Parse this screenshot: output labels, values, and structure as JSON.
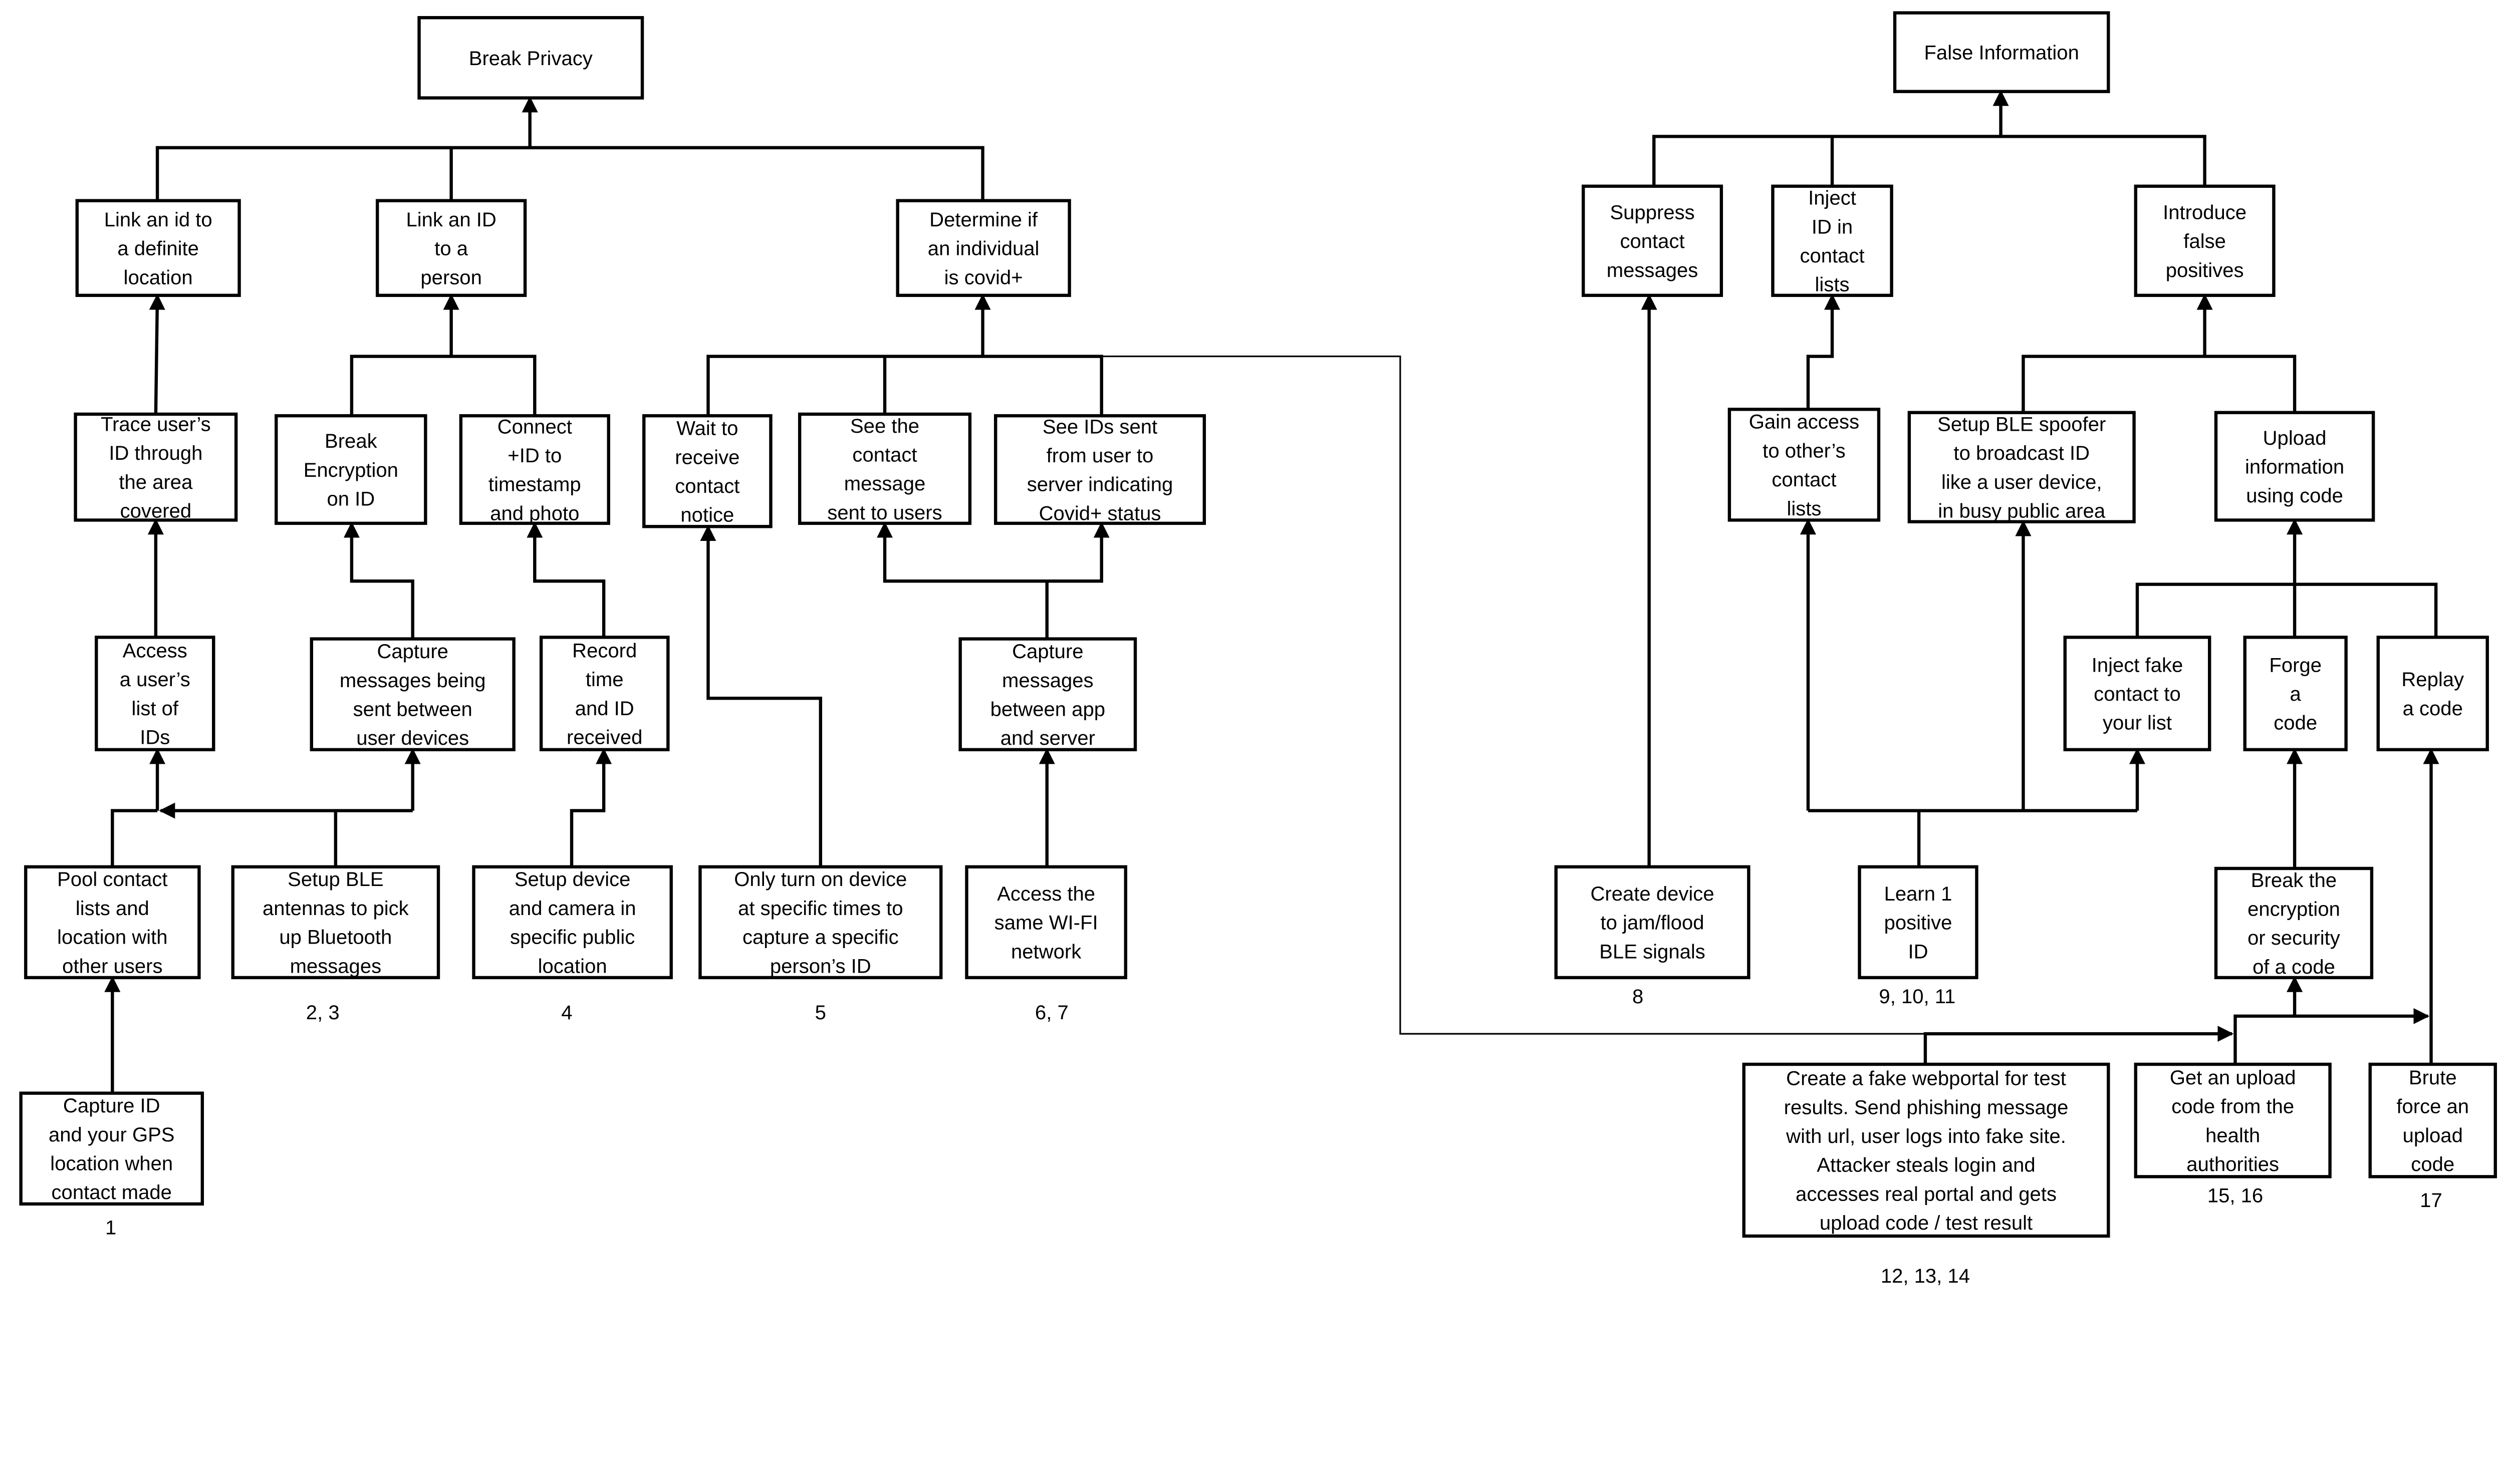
{
  "nodes": {
    "break_privacy": [
      "Break Privacy"
    ],
    "link_location": [
      "Link an id to",
      "a definite",
      "location"
    ],
    "link_person": [
      "Link an ID",
      "to a",
      "person"
    ],
    "determine_covid": [
      "Determine if",
      "an individual",
      "is covid+"
    ],
    "trace": [
      "Trace user’s",
      "ID through",
      "the area",
      "covered"
    ],
    "break_encryption": [
      "Break",
      "Encryption",
      "on ID"
    ],
    "connect_timestamp": [
      "Connect",
      "+ID to",
      "timestamp",
      "and photo"
    ],
    "wait_notice": [
      "Wait to",
      "receive",
      "contact",
      "notice"
    ],
    "see_contact": [
      "See the",
      "contact",
      "message",
      "sent to users"
    ],
    "see_ids": [
      "See IDs sent",
      "from user to",
      "server indicating",
      "Covid+ status"
    ],
    "access_list": [
      "Access",
      "a user’s",
      "list of",
      "IDs"
    ],
    "capture_between_devices": [
      "Capture",
      "messages being",
      "sent between",
      "user devices"
    ],
    "record_time": [
      "Record",
      "time",
      "and ID",
      "received"
    ],
    "capture_app_server": [
      "Capture",
      "messages",
      "between app",
      "and server"
    ],
    "pool_contact": [
      "Pool contact",
      "lists and",
      "location with",
      "other users"
    ],
    "setup_ble_antennas": [
      "Setup BLE",
      "antennas to pick",
      "up Bluetooth",
      "messages"
    ],
    "setup_device_camera": [
      "Setup device",
      "and camera in",
      "specific public",
      "location"
    ],
    "only_turn_on": [
      "Only turn on device",
      "at specific times to",
      "capture a specific",
      "person’s ID"
    ],
    "access_wifi": [
      "Access the",
      "same WI-FI",
      "network"
    ],
    "capture_gps": [
      "Capture ID",
      "and your GPS",
      "location when",
      "contact made"
    ],
    "false_information": [
      "False Information"
    ],
    "suppress": [
      "Suppress",
      "contact",
      "messages"
    ],
    "inject_id": [
      "Inject",
      "ID in",
      "contact",
      "lists"
    ],
    "introduce_fp": [
      "Introduce",
      "false",
      "positives"
    ],
    "gain_access": [
      "Gain access",
      "to other’s",
      "contact",
      "lists"
    ],
    "ble_spoofer": [
      "Setup BLE spoofer",
      "to broadcast ID",
      "like a user device,",
      "in busy public area"
    ],
    "upload_info": [
      "Upload",
      "information",
      "using code"
    ],
    "inject_fake": [
      "Inject fake",
      "contact to",
      "your list"
    ],
    "forge_code": [
      "Forge",
      "a",
      "code"
    ],
    "replay_code": [
      "Replay",
      "a code"
    ],
    "jam_ble": [
      "Create device",
      "to jam/flood",
      "BLE signals"
    ],
    "learn_positive": [
      "Learn 1",
      "positive",
      "ID"
    ],
    "break_code_encryption": [
      "Break the",
      "encryption",
      "or security",
      "of a code"
    ],
    "fake_webportal": [
      "Create a fake webportal for test",
      "results. Send phishing message",
      "with url, user logs into fake site.",
      "Attacker steals login and",
      "accesses real portal and gets",
      "upload code / test result"
    ],
    "get_upload_code": [
      "Get an upload",
      "code from the",
      "health",
      "authorities"
    ],
    "brute_force": [
      "Brute",
      "force an",
      "upload",
      "code"
    ]
  },
  "references": {
    "capture_gps": "1",
    "setup_ble_antennas": "2, 3",
    "setup_device_camera": "4",
    "only_turn_on": "5",
    "access_wifi": "6, 7",
    "jam_ble": "8",
    "learn_positive": "9, 10, 11",
    "fake_webportal": "12, 13, 14",
    "get_upload_code": "15, 16",
    "brute_force": "17"
  }
}
